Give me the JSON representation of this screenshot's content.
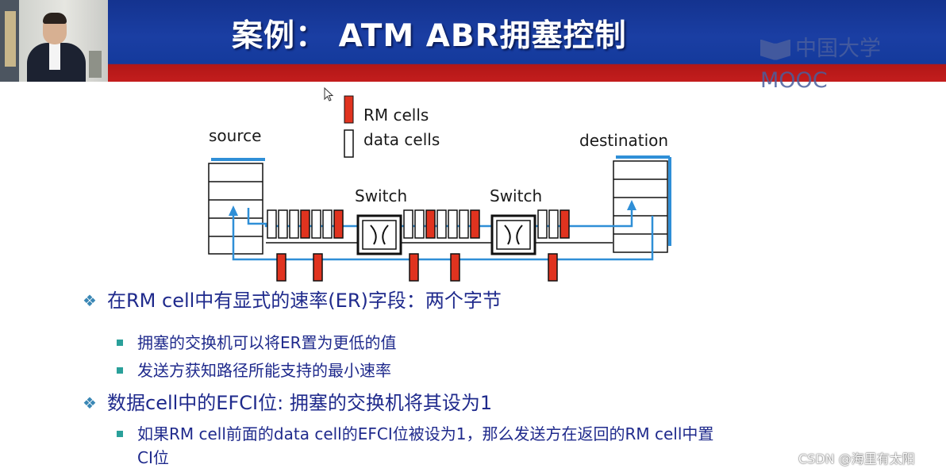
{
  "header": {
    "title": "案例：  ATM ABR拥塞控制",
    "logo_text": "中国大学MOOC"
  },
  "diagram": {
    "legend": {
      "rm_label": "RM cells",
      "data_label": "data cells"
    },
    "source_label": "source",
    "destination_label": "destination",
    "switch_labels": [
      "Switch",
      "Switch"
    ],
    "colors": {
      "rm_cell": "#e0331f",
      "arrow": "#2f8fd7",
      "outline": "#111111"
    }
  },
  "bullets": [
    {
      "text": "在RM cell中有显式的速率(ER)字段：两个字节",
      "sub": [
        "拥塞的交换机可以将ER置为更低的值",
        "发送方获知路径所能支持的最小速率"
      ]
    },
    {
      "text": "数据cell中的EFCI位: 拥塞的交换机将其设为1",
      "sub": [
        "如果RM cell前面的data cell的EFCI位被设为1，那么发送方在返回的RM cell中置",
        "CI位"
      ]
    }
  ],
  "watermark": "CSDN @海里有太阳",
  "icons": {
    "bullet_level1": "diamond-bullet-icon",
    "bullet_level2": "square-bullet-icon",
    "cursor": "mouse-pointer-icon",
    "switch": "switch-cross-icon"
  }
}
